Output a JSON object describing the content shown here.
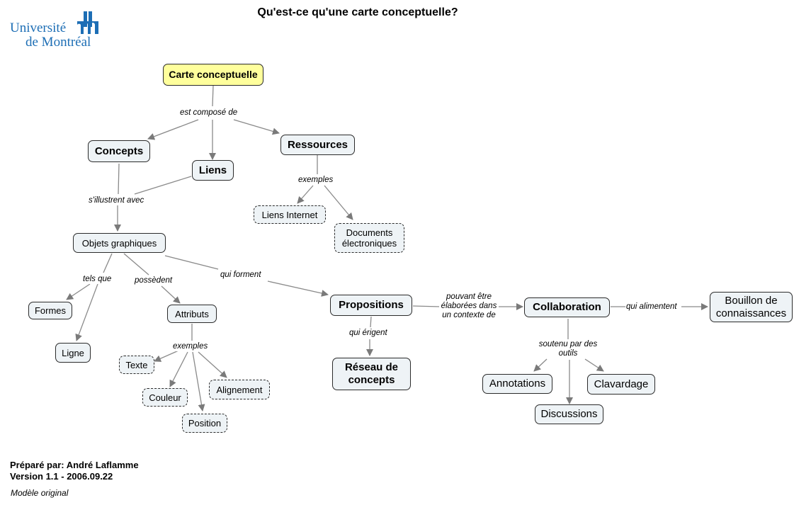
{
  "title": "Qu'est-ce qu'une carte conceptuelle?",
  "logo": {
    "line1": "Université",
    "line2": "de Montréal"
  },
  "nodes": {
    "carte": "Carte conceptuelle",
    "concepts": "Concepts",
    "liens": "Liens",
    "ressources": "Ressources",
    "liens_internet": "Liens Internet",
    "documents": "Documents électroniques",
    "objets": "Objets graphiques",
    "formes": "Formes",
    "ligne": "Ligne",
    "attributs": "Attributs",
    "texte": "Texte",
    "couleur": "Couleur",
    "alignement": "Alignement",
    "position": "Position",
    "propositions": "Propositions",
    "reseau": "Réseau de concepts",
    "collaboration": "Collaboration",
    "bouillon": "Bouillon de connaissances",
    "annotations": "Annotations",
    "discussions": "Discussions",
    "clavardage": "Clavardage"
  },
  "links": {
    "est_compose_de": "est composé de",
    "exemples_ressources": "exemples",
    "sillustrent_avec": "s'illustrent avec",
    "tels_que": "tels que",
    "possedent": "possèdent",
    "qui_forment": "qui forment",
    "exemples_attributs": "exemples",
    "qui_erigent": "qui érigent",
    "pouvant_etre": "pouvant être élaborées dans un contexte de",
    "qui_alimentent": "qui alimentent",
    "soutenu_par": "soutenu par des outils"
  },
  "footer": {
    "prepare": "Préparé par: André Laflamme",
    "version": "Version 1.1 - 2006.09.22",
    "modele": "Modèle original"
  }
}
